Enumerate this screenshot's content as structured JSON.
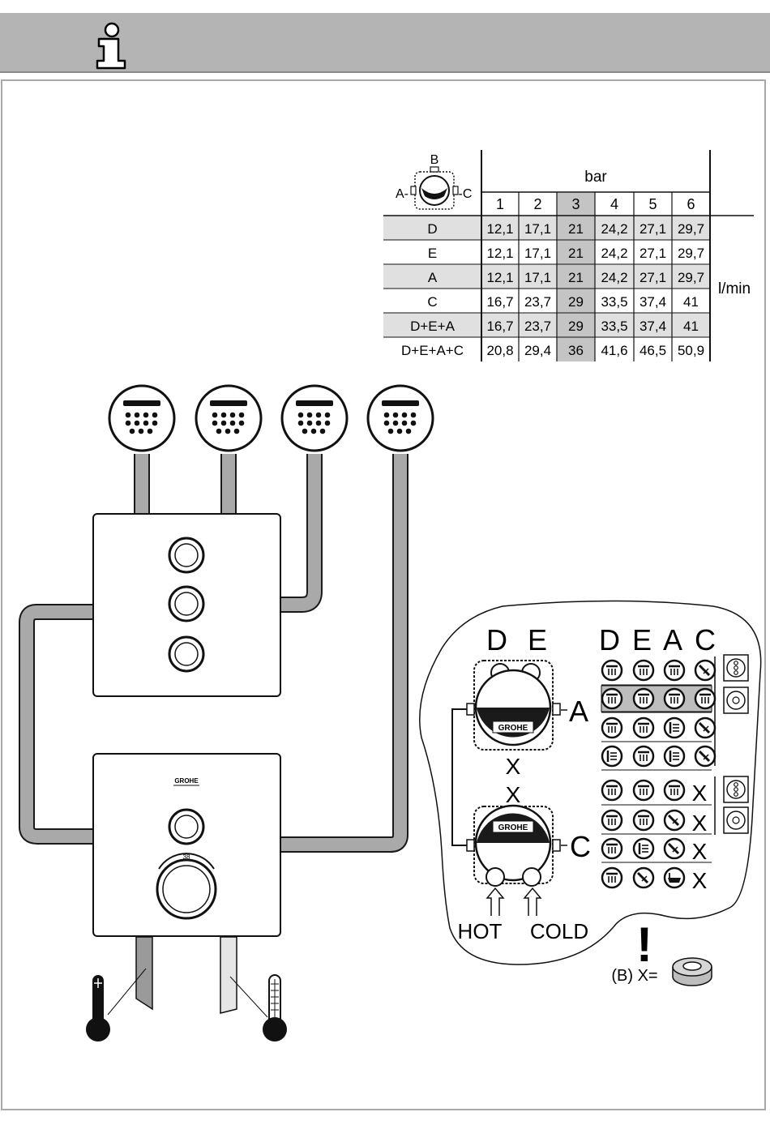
{
  "header": {
    "icon": "info-icon"
  },
  "flow_table": {
    "corner_labels": {
      "top": "B",
      "left": "A",
      "right": "C"
    },
    "unit_header": "bar",
    "pressures": [
      "1",
      "2",
      "3",
      "4",
      "5",
      "6"
    ],
    "highlighted_pressure": "3",
    "rows": [
      {
        "label": "D",
        "values": [
          "12,1",
          "17,1",
          "21",
          "24,2",
          "27,1",
          "29,7"
        ]
      },
      {
        "label": "E",
        "values": [
          "12,1",
          "17,1",
          "21",
          "24,2",
          "27,1",
          "29,7"
        ]
      },
      {
        "label": "A",
        "values": [
          "12,1",
          "17,1",
          "21",
          "24,2",
          "27,1",
          "29,7"
        ]
      },
      {
        "label": "C",
        "values": [
          "16,7",
          "23,7",
          "29",
          "33,5",
          "37,4",
          "41"
        ]
      },
      {
        "label": "D+E+A",
        "values": [
          "16,7",
          "23,7",
          "29",
          "33,5",
          "37,4",
          "41"
        ]
      },
      {
        "label": "D+E+A+C",
        "values": [
          "20,8",
          "29,4",
          "36",
          "41,6",
          "46,5",
          "50,9"
        ]
      }
    ],
    "unit_side": "l/min"
  },
  "installation": {
    "valve_brand": "GROHE",
    "dial_mark": "38"
  },
  "config_diagram": {
    "top_outlets": [
      "D",
      "E"
    ],
    "column_header": [
      "D",
      "E",
      "A",
      "C"
    ],
    "side_label_top": "A",
    "side_label_bottom": "C",
    "cross_marks": [
      "X",
      "X"
    ],
    "inlet_labels": {
      "hot": "HOT",
      "cold": "COLD"
    },
    "brand_text": "GROHE",
    "bottom_rows_mark": "X",
    "plug_note": "(B) X=",
    "warning": "!"
  },
  "colors": {
    "bar": "#b4b4b4",
    "pipe": "#a9a9a9",
    "row_shade": "#e0e0e0",
    "col_shade": "#c4c4c4"
  }
}
